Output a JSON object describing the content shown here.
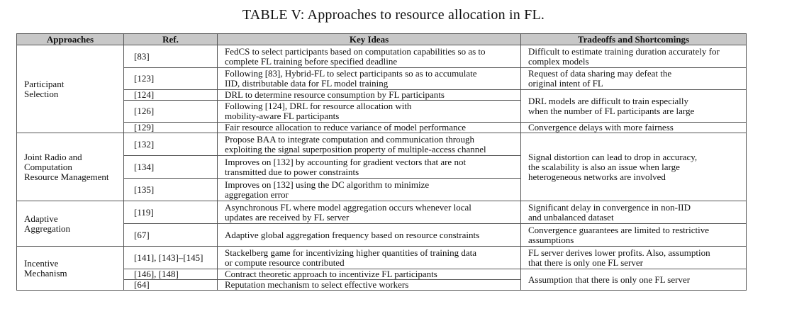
{
  "caption": "TABLE V: Approaches to resource allocation in FL.",
  "headers": [
    "Approaches",
    "Ref.",
    "Key Ideas",
    "Tradeoffs and Shortcomings"
  ],
  "rows": [
    {
      "category": [
        "Participant",
        "Selection"
      ],
      "ref": "[83]",
      "idea": [
        "FedCS to select participants based on computation capabilities so as to",
        "complete FL training before specified deadline"
      ],
      "tradeoff": [
        "Difficult to estimate training duration accurately for",
        "complex models"
      ]
    },
    {
      "ref": "[123]",
      "idea": [
        "Following [83], Hybrid-FL to select participants so as to accumulate",
        "IID, distributable data for FL model training"
      ],
      "tradeoff": [
        "Request of data sharing may defeat the",
        "original intent of FL"
      ]
    },
    {
      "ref": "[124]",
      "idea": [
        "DRL to determine resource consumption by FL participants"
      ],
      "tradeoff": [
        "DRL models are difficult to train especially",
        "when the number of FL participants are large"
      ]
    },
    {
      "ref": "[126]",
      "idea": [
        "Following [124], DRL for resource allocation with",
        "mobility-aware FL participants"
      ]
    },
    {
      "ref": "[129]",
      "idea": [
        "Fair resource allocation to reduce variance of model performance"
      ],
      "tradeoff": [
        "Convergence delays with more fairness"
      ]
    },
    {
      "category": [
        "Joint Radio and",
        "Computation",
        "Resource Management"
      ],
      "ref": "[132]",
      "idea": [
        "Propose BAA to integrate computation and communication through",
        "exploiting the signal superposition property of multiple-access channel"
      ],
      "tradeoff": [
        "Signal distortion can lead to drop in accuracy,",
        "the scalability is also an issue when large",
        "heterogeneous networks are involved"
      ]
    },
    {
      "ref": "[134]",
      "idea": [
        "Improves on [132] by accounting for gradient vectors that are not",
        "transmitted due to power constraints"
      ]
    },
    {
      "ref": "[135]",
      "idea": [
        "Improves on [132] using the DC algorithm to minimize",
        "aggregation error"
      ]
    },
    {
      "category": [
        "Adaptive",
        "Aggregation"
      ],
      "ref": "[119]",
      "idea": [
        "Asynchronous FL where model aggregation occurs whenever local",
        "updates are received by FL server"
      ],
      "tradeoff": [
        "Significant delay in convergence in non-IID",
        "and unbalanced dataset"
      ]
    },
    {
      "ref": "[67]",
      "idea": [
        "Adaptive global aggregation frequency based on resource constraints"
      ],
      "tradeoff": [
        "Convergence guarantees are limited to restrictive",
        "assumptions"
      ]
    },
    {
      "category": [
        "Incentive",
        "Mechanism"
      ],
      "ref": "[141], [143]–[145]",
      "idea": [
        "Stackelberg game for incentivizing higher quantities of training data",
        "or compute resource contributed"
      ],
      "tradeoff": [
        "FL server derives lower profits. Also, assumption",
        "that there is only one FL server"
      ]
    },
    {
      "ref": "[146], [148]",
      "idea": [
        "Contract theoretic approach to incentivize FL participants"
      ],
      "tradeoff": [
        "Assumption that there is only one FL server"
      ]
    },
    {
      "ref": "[64]",
      "idea": [
        "Reputation mechanism to select effective workers"
      ]
    }
  ]
}
